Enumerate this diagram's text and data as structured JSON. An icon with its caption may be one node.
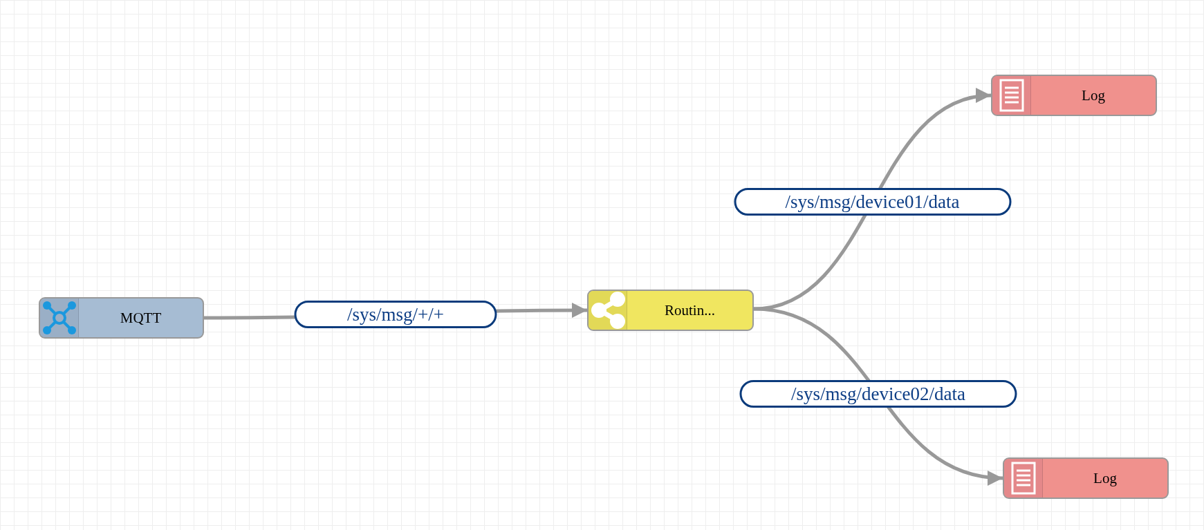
{
  "diagram": {
    "nodes": [
      {
        "text": [
          "MQTT"
        ]
      },
      {
        "text": [
          "Routin..."
        ]
      },
      {
        "text": [
          "Log"
        ]
      },
      {
        "text": [
          "Log"
        ]
      }
    ],
    "edges": [
      {
        "from": 0,
        "to": 1,
        "arrow": "to",
        "label": "/sys/msg/+/+"
      },
      {
        "from": 1,
        "to": 2,
        "arrow": "to",
        "label": "/sys/msg/device01/data"
      },
      {
        "from": 1,
        "to": 3,
        "arrow": "to",
        "label": "/sys/msg/device02/data"
      }
    ]
  }
}
